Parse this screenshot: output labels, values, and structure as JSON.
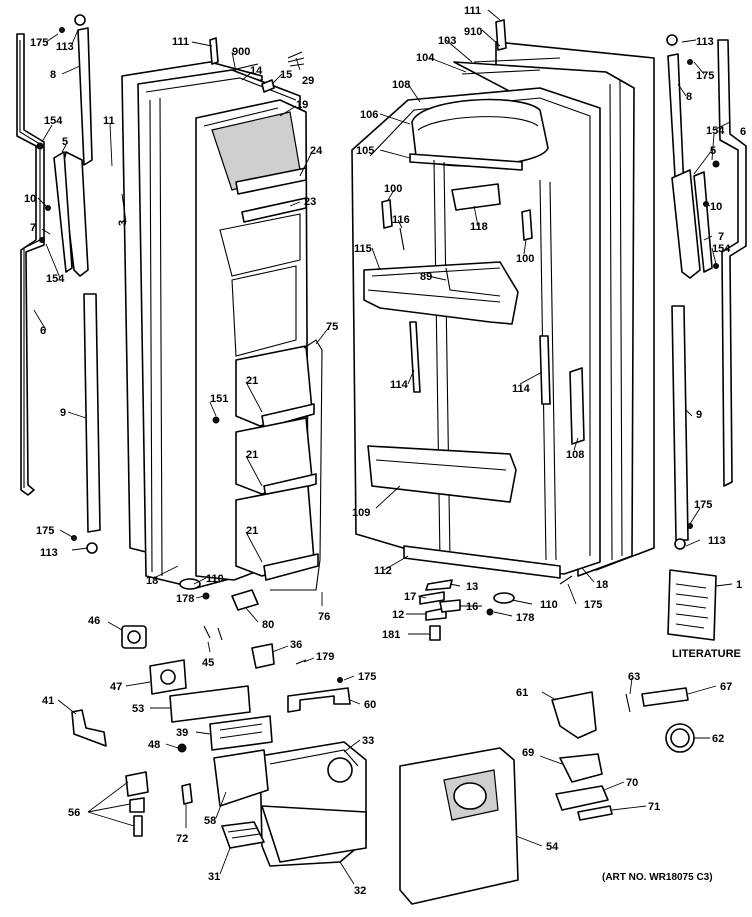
{
  "diagram": {
    "art_number": "(ART NO. WR18075 C3)",
    "literature_label": "LITERATURE",
    "callouts": [
      "175",
      "113",
      "8",
      "154",
      "5",
      "11",
      "10",
      "7",
      "154",
      "6",
      "9",
      "175",
      "113",
      "111",
      "900",
      "14",
      "15",
      "29",
      "19",
      "24",
      "23",
      "3",
      "151",
      "21",
      "21",
      "21",
      "18",
      "110",
      "178",
      "80",
      "75",
      "76",
      "111",
      "910",
      "103",
      "104",
      "108",
      "106",
      "105",
      "100",
      "116",
      "118",
      "100",
      "115",
      "89",
      "114",
      "114",
      "108",
      "109",
      "112",
      "18",
      "113",
      "175",
      "8",
      "6",
      "154",
      "5",
      "10",
      "7",
      "154",
      "9",
      "175",
      "113",
      "17",
      "13",
      "12",
      "16",
      "181",
      "110",
      "178",
      "175",
      "1",
      "46",
      "45",
      "36",
      "179",
      "47",
      "175",
      "53",
      "60",
      "41",
      "39",
      "48",
      "33",
      "56",
      "72",
      "58",
      "31",
      "32",
      "54",
      "61",
      "63",
      "67",
      "62",
      "69",
      "70",
      "71"
    ]
  }
}
